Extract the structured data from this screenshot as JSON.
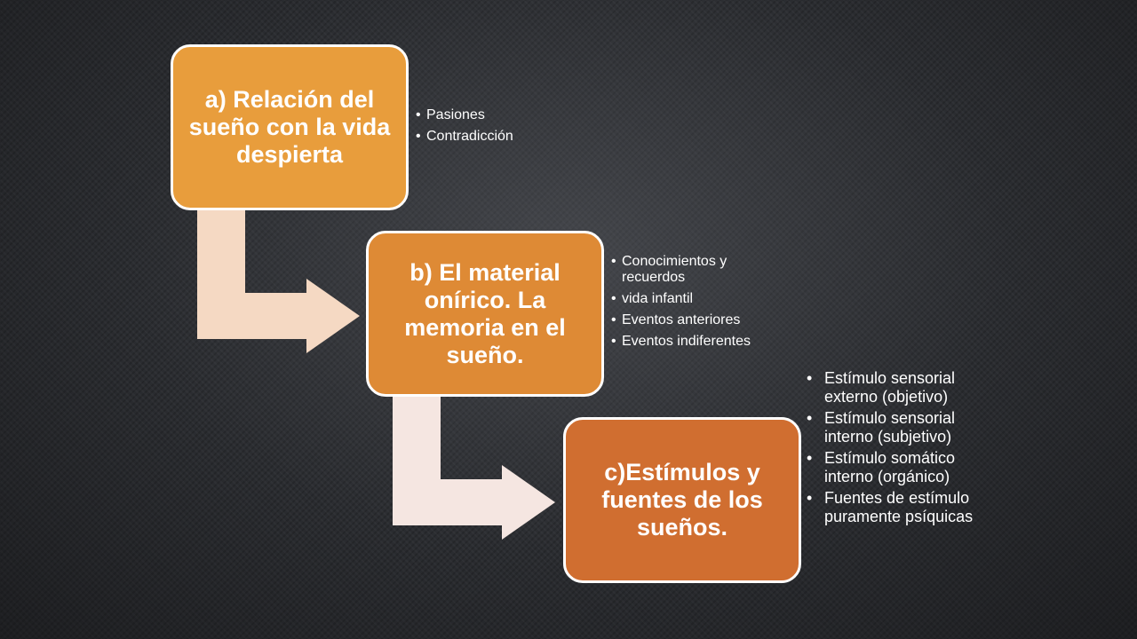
{
  "steps": [
    {
      "title": "a) Relación del sueño con la vida despierta",
      "items": [
        "Pasiones",
        "Contradicción"
      ]
    },
    {
      "title": "b) El material onírico. La memoria en el sueño.",
      "items": [
        "Conocimientos y recuerdos",
        "vida infantil",
        "Eventos anteriores",
        "Eventos indiferentes"
      ]
    },
    {
      "title": "c)Estímulos y fuentes de los sueños.",
      "items": [
        " Estímulo sensorial externo (objetivo)",
        " Estímulo sensorial interno (subjetivo)",
        " Estímulo somático interno (orgánico)",
        "Fuentes de estímulo puramente psíquicas"
      ]
    }
  ],
  "colors": {
    "box_a": "#e89d3c",
    "box_b": "#de8a35",
    "box_c": "#d06e30",
    "arrow_a": "#f5d9c3",
    "arrow_b": "#f5e6e1"
  }
}
